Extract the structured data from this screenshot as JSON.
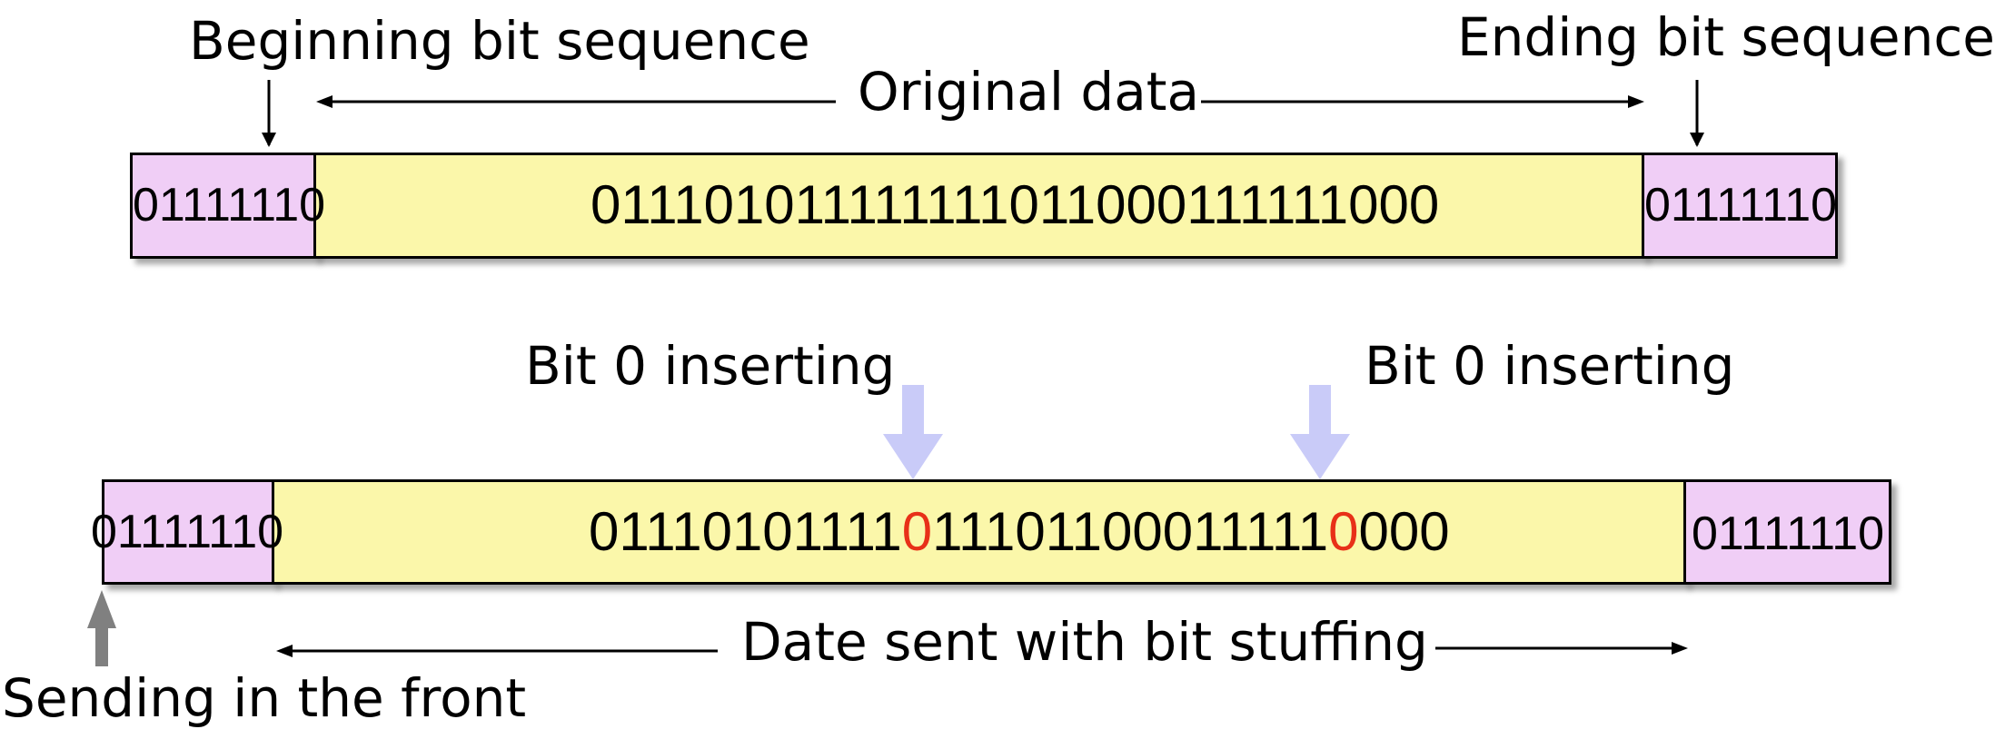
{
  "colors": {
    "flag_fill": "#f0cef6",
    "data_fill": "#fbf7aa",
    "stuffed_bit": "#e83018",
    "insert_arrow": "#c9cbf8",
    "send_arrow": "#808080"
  },
  "top": {
    "begin_label": "Beginning bit sequence",
    "original_label": "Original data",
    "end_label": "Ending bit sequence",
    "flag_start": "01111110",
    "data": "011101011111111011000111111000",
    "flag_end": "01111110"
  },
  "bottom": {
    "insert_label_1": "Bit 0 inserting",
    "insert_label_2": "Bit 0 inserting",
    "flag_start": "01111110",
    "data_part_1": "01110101111",
    "stuffed_1": "0",
    "data_part_2": "11101100011111",
    "stuffed_2": "0",
    "data_part_3": "000",
    "flag_end": "01111110",
    "sent_label": "Date sent with bit stuffing",
    "front_label": "Sending in the front"
  }
}
